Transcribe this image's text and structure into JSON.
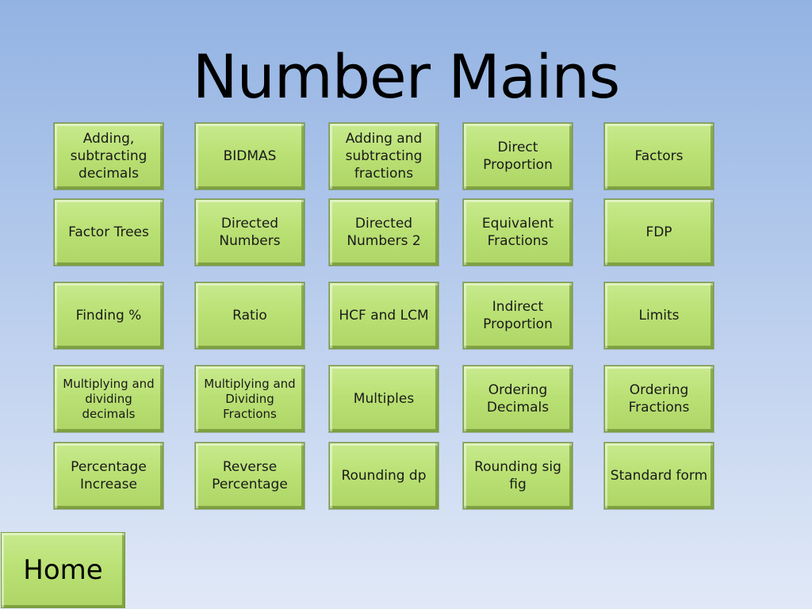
{
  "page": {
    "title": "Number Mains"
  },
  "tiles": [
    {
      "label": "Adding, subtracting decimals"
    },
    {
      "label": "BIDMAS"
    },
    {
      "label": "Adding and subtracting fractions"
    },
    {
      "label": "Direct Proportion"
    },
    {
      "label": "Factors"
    },
    {
      "label": "Factor Trees"
    },
    {
      "label": "Directed Numbers"
    },
    {
      "label": "Directed Numbers 2"
    },
    {
      "label": "Equivalent Fractions"
    },
    {
      "label": "FDP"
    },
    {
      "label": "Finding %"
    },
    {
      "label": "Ratio"
    },
    {
      "label": "HCF and LCM"
    },
    {
      "label": "Indirect Proportion"
    },
    {
      "label": "Limits"
    },
    {
      "label": "Multiplying and dividing decimals"
    },
    {
      "label": "Multiplying and Dividing Fractions"
    },
    {
      "label": "Multiples"
    },
    {
      "label": "Ordering Decimals"
    },
    {
      "label": "Ordering Fractions"
    },
    {
      "label": "Percentage Increase"
    },
    {
      "label": "Reverse Percentage"
    },
    {
      "label": "Rounding dp"
    },
    {
      "label": "Rounding sig fig"
    },
    {
      "label": "Standard form"
    }
  ],
  "home": {
    "label": "Home"
  },
  "colors": {
    "tile_fill": "#b9e073",
    "tile_border": "#7a9a40",
    "background_top": "#93b3e3",
    "background_bottom": "#e1e9f7"
  }
}
